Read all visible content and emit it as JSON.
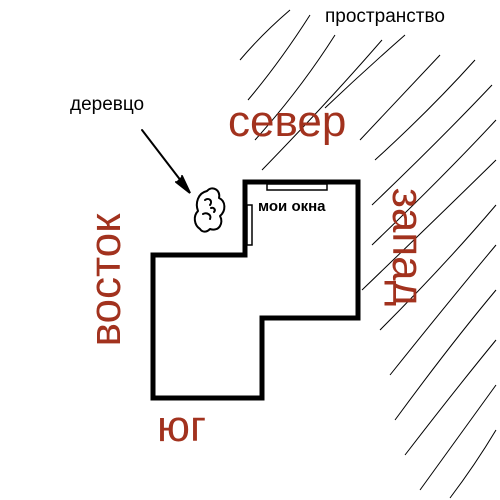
{
  "labels": {
    "space": "пространство",
    "tree": "деревцо",
    "north": "север",
    "east": "восток",
    "west": "запад",
    "south": "юг",
    "windows": "мои окна"
  },
  "colors": {
    "direction_text": "#a2321e",
    "ink": "#000000",
    "background": "#ffffff"
  }
}
